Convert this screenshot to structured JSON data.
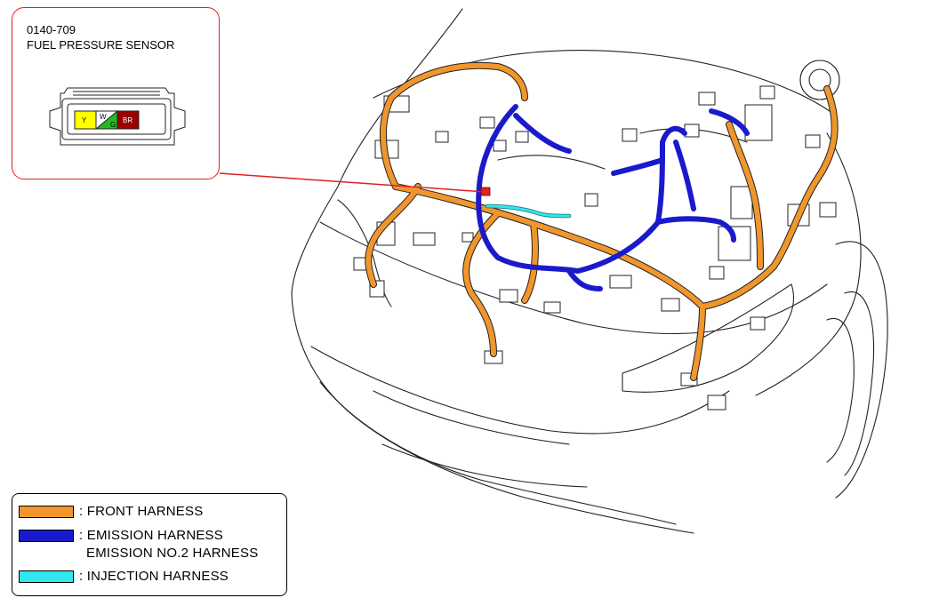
{
  "callout": {
    "part_code": "0140-709",
    "part_name": "FUEL PRESSURE SENSOR",
    "pins": [
      {
        "label": "Y",
        "color": "#ffff00"
      },
      {
        "label": "W",
        "color": "#ffffff"
      },
      {
        "label": "G",
        "color": "#22bb22"
      },
      {
        "label": "BR",
        "color": "#9b0000"
      }
    ],
    "border_color": "#e02020"
  },
  "legend": {
    "items": [
      {
        "color": "#f0962c",
        "labels": [
          ": FRONT HARNESS"
        ]
      },
      {
        "color": "#1a1acc",
        "labels": [
          ": EMISSION HARNESS",
          "EMISSION NO.2 HARNESS"
        ]
      },
      {
        "color": "#2ee8ec",
        "labels": [
          ": INJECTION HARNESS"
        ]
      }
    ]
  },
  "harness_colors": {
    "front": "#f0962c",
    "emission": "#1a1acc",
    "injection": "#2ee8ec",
    "sensor_marker": "#e02020"
  }
}
